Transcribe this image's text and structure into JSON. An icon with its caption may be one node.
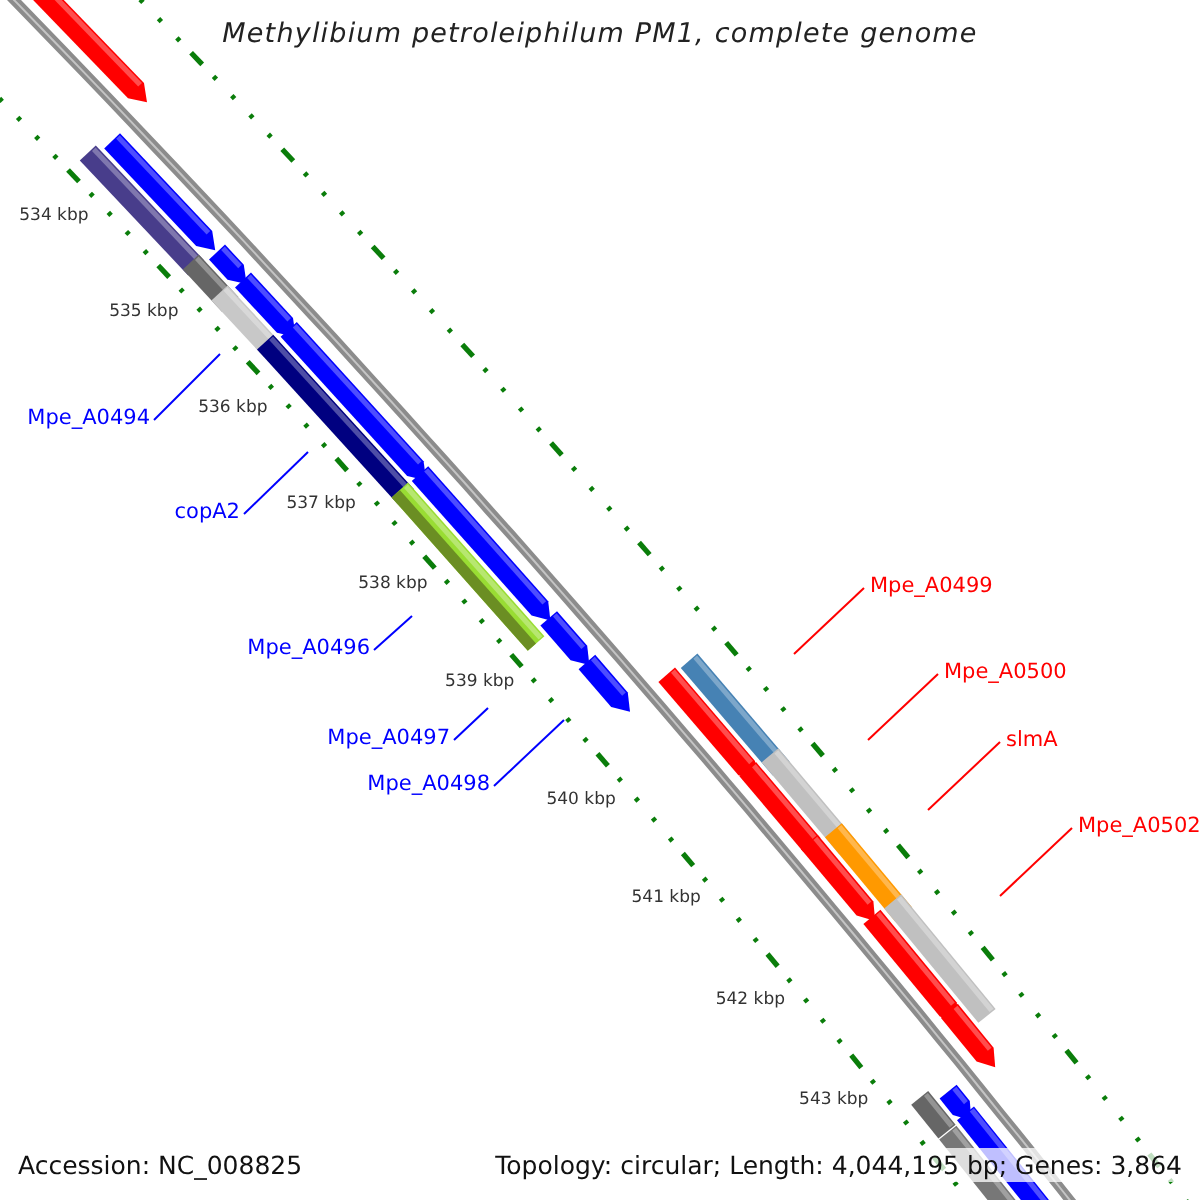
{
  "diagram": {
    "title": "Methylibium petroleiphilum PM1, complete genome",
    "nodes": [
      {
        "text": [
          "Mpe_A0494"
        ]
      },
      {
        "text": [
          "copA2"
        ]
      },
      {
        "text": [
          "Mpe_A0496"
        ]
      },
      {
        "text": [
          "Mpe_A0497"
        ]
      },
      {
        "text": [
          "Mpe_A0498"
        ]
      },
      {
        "text": [
          "Mpe_A0499"
        ]
      },
      {
        "text": [
          "Mpe_A0500"
        ]
      },
      {
        "text": [
          "slmA"
        ]
      },
      {
        "text": [
          "Mpe_A0502"
        ]
      }
    ],
    "edges": [
      {
        "from": 0,
        "to": null,
        "arrow": "none"
      },
      {
        "from": 1,
        "to": null,
        "arrow": "none"
      },
      {
        "from": 2,
        "to": null,
        "arrow": "none"
      },
      {
        "from": 3,
        "to": null,
        "arrow": "none"
      },
      {
        "from": 4,
        "to": null,
        "arrow": "none"
      },
      {
        "from": 5,
        "to": null,
        "arrow": "none",
        "color": "#ff0000"
      },
      {
        "from": 6,
        "to": null,
        "arrow": "none",
        "color": "#ff0000"
      },
      {
        "from": 7,
        "to": null,
        "arrow": "none",
        "color": "#ff0000"
      },
      {
        "from": 8,
        "to": null,
        "arrow": "none",
        "color": "#ff0000"
      }
    ],
    "labels": [
      "534 kbp",
      "535 kbp",
      "536 kbp",
      "537 kbp",
      "538 kbp",
      "539 kbp",
      "540 kbp",
      "541 kbp",
      "542 kbp",
      "543 kbp",
      "Accession: NC_008825",
      "Topology: circular; Length: 4,044,195 bp; Genes: 3,864"
    ]
  }
}
